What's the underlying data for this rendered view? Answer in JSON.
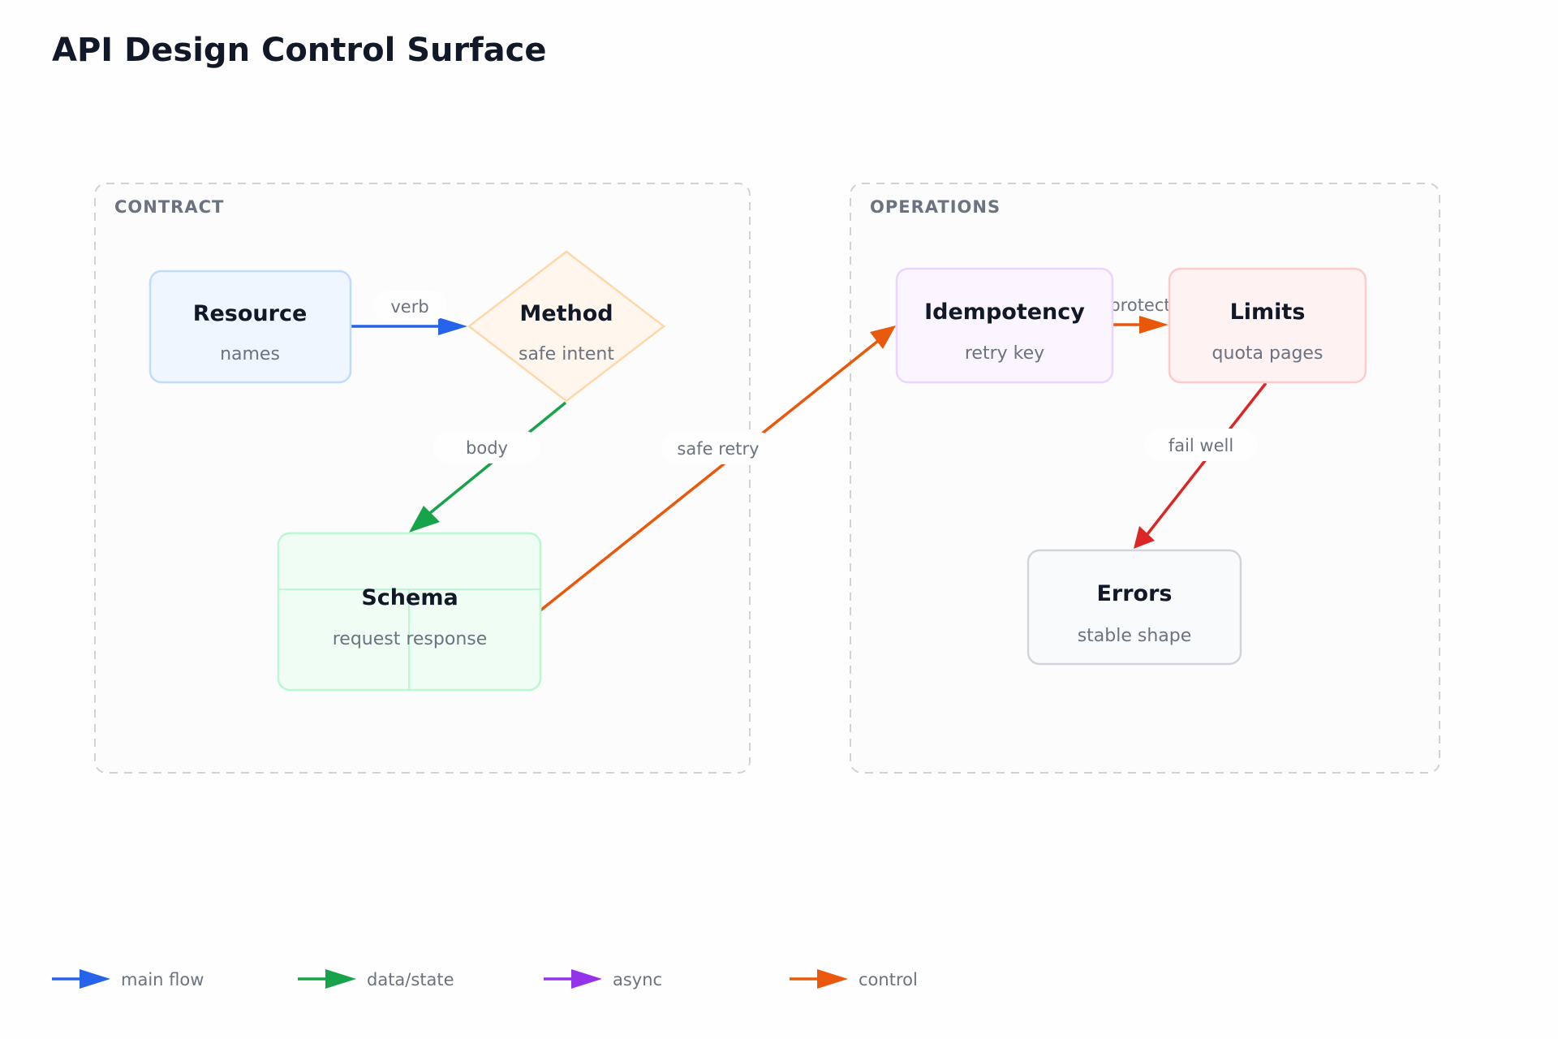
{
  "title": "API Design Control Surface",
  "groups": {
    "contract": "CONTRACT",
    "operations": "OPERATIONS"
  },
  "nodes": {
    "resource": {
      "title": "Resource",
      "sub": "names"
    },
    "method": {
      "title": "Method",
      "sub": "safe intent"
    },
    "schema": {
      "title": "Schema",
      "sub": "request response"
    },
    "idempotency": {
      "title": "Idempotency",
      "sub": "retry key"
    },
    "limits": {
      "title": "Limits",
      "sub": "quota pages"
    },
    "errors": {
      "title": "Errors",
      "sub": "stable shape"
    }
  },
  "edges": {
    "verb": "verb",
    "body": "body",
    "safe_retry": "safe retry",
    "protect": "protect",
    "fail_well": "fail well"
  },
  "legend": {
    "main_flow": "main flow",
    "data_state": "data/state",
    "async": "async",
    "control": "control"
  },
  "colors": {
    "main_flow": "#2563eb",
    "data_state": "#16a34a",
    "async": "#9333ea",
    "control": "#ea580c",
    "error_edge": "#dc2626"
  }
}
